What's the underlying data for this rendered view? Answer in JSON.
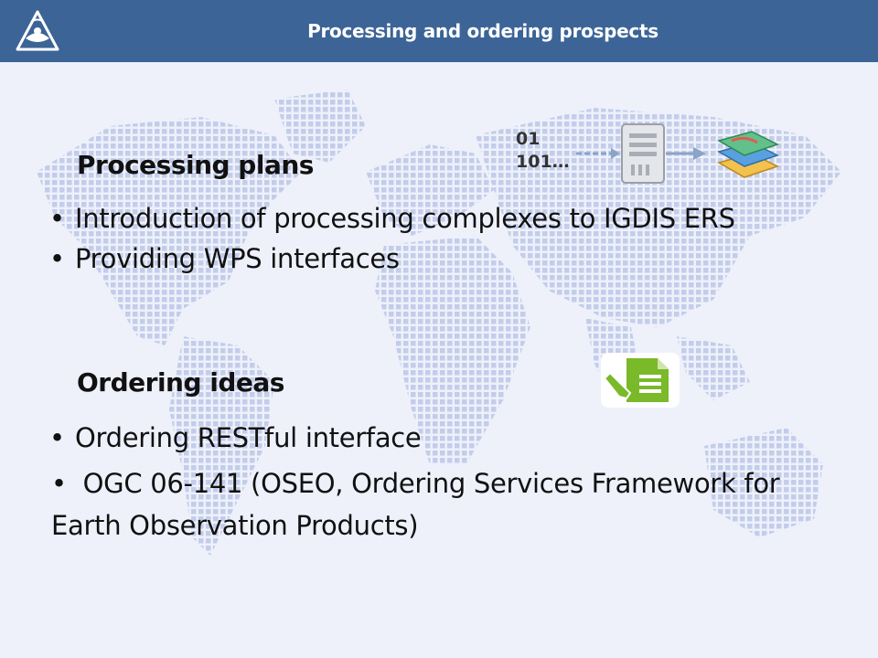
{
  "header": {
    "title": "Processing  and ordering prospects"
  },
  "sections": [
    {
      "heading": "Processing plans",
      "bullets": [
        "Introduction of processing complexes to IGDIS ERS",
        "Providing WPS interfaces"
      ]
    },
    {
      "heading": "Ordering ideas",
      "bullets": [
        "Ordering RESTful interface",
        "OGC 06-141 (OSEO, Ordering Services Framework for Earth Observation Products)"
      ]
    }
  ],
  "figure": {
    "binary_line1": "01",
    "binary_line2": "101…"
  },
  "icons": {
    "logo": "emblem-logo-icon",
    "server": "server-icon",
    "layers": "map-layers-icon",
    "order": "order-document-icon",
    "background": "world-map-dots"
  },
  "colors": {
    "header": "#3c6496",
    "map_dots": "#c3cdeb",
    "order_icon": "#7ab929"
  }
}
